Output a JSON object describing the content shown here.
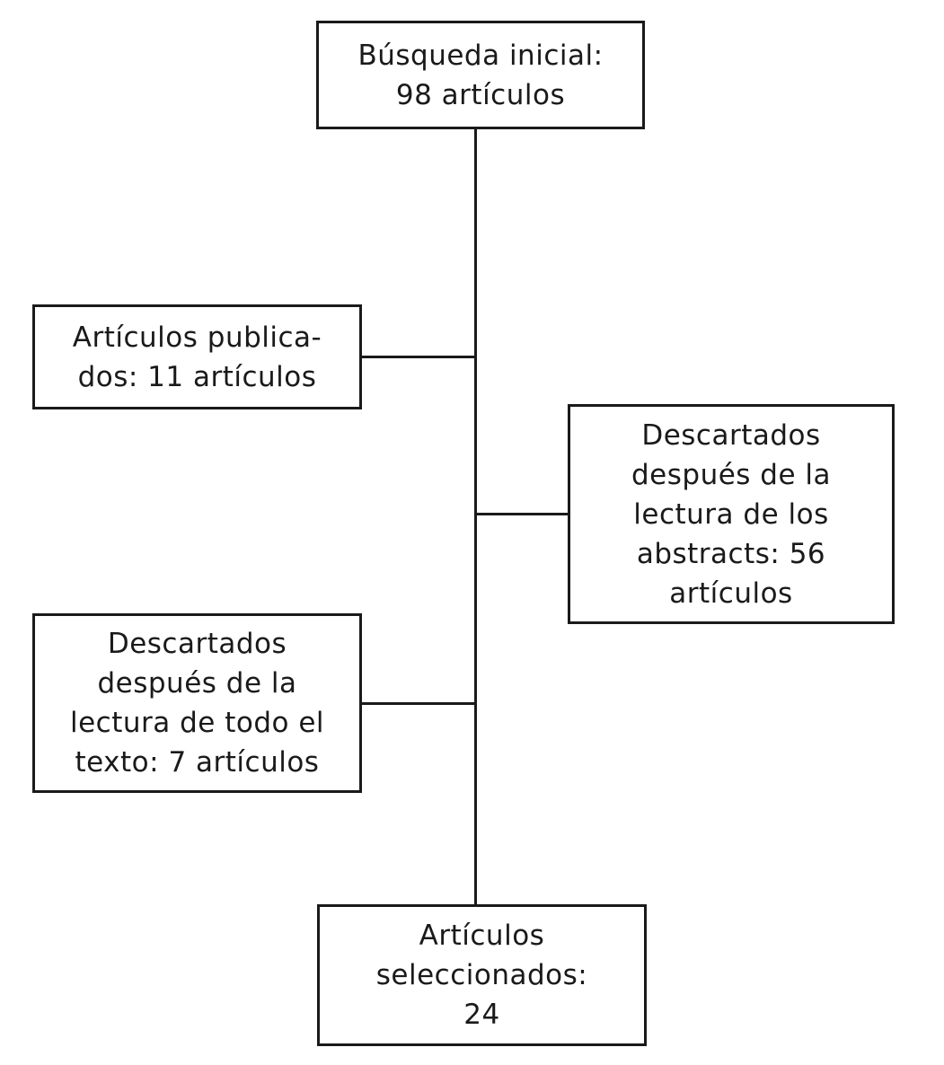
{
  "colors": {
    "background": "#ffffff",
    "line": "#1a1a1a",
    "text": "#1a1a1a"
  },
  "diagram": {
    "boxes": [
      {
        "id": "initial-search",
        "text": "Búsqueda inicial:\n98 artículos"
      },
      {
        "id": "published-articles",
        "text": "Artículos publica-\ndos: 11 artículos"
      },
      {
        "id": "discarded-abstracts",
        "text": "Descartados\ndespués de la\nlectura de los\nabstracts: 56\nartículos"
      },
      {
        "id": "discarded-full-text",
        "text": "Descartados\ndespués de la\nlectura de todo el\ntexto: 7 artículos"
      },
      {
        "id": "selected-articles",
        "text": "Artículos\nseleccionados:\n24"
      }
    ]
  }
}
